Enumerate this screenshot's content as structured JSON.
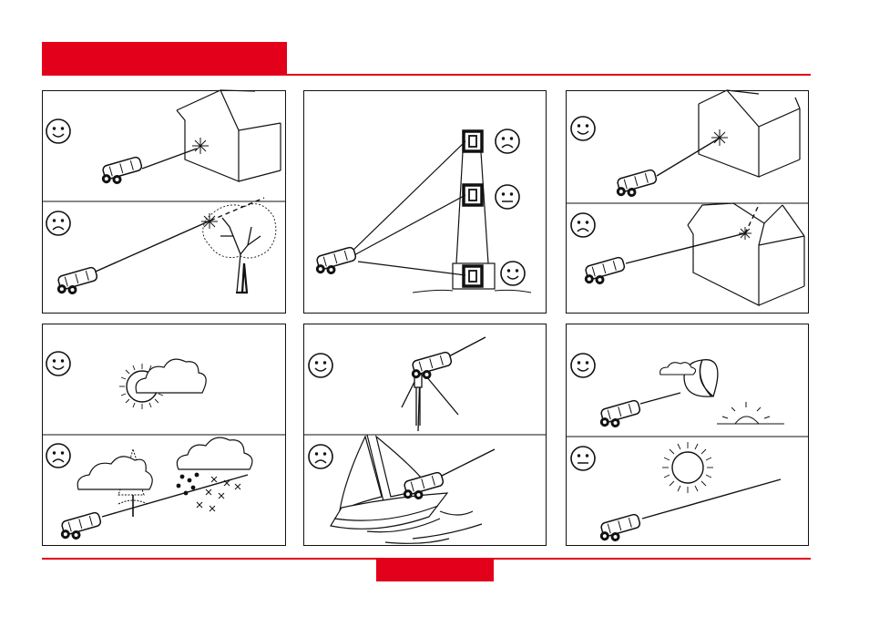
{
  "colors": {
    "accent": "#e2001a",
    "ink": "#111111"
  },
  "panels": [
    {
      "scene": "house-target",
      "rows": [
        {
          "face": "smile-icon"
        },
        {
          "face": "frown-icon"
        }
      ]
    },
    {
      "scene": "reflector-distance",
      "faces": [
        "frown-icon",
        "neutral-icon",
        "smile-icon"
      ]
    },
    {
      "scene": "house-corner",
      "rows": [
        {
          "face": "smile-icon"
        },
        {
          "face": "frown-icon"
        }
      ]
    },
    {
      "scene": "weather",
      "rows": [
        {
          "face": "smile-icon"
        },
        {
          "face": "frown-icon"
        }
      ]
    },
    {
      "scene": "stability",
      "rows": [
        {
          "face": "smile-icon"
        },
        {
          "face": "frown-icon"
        }
      ]
    },
    {
      "scene": "light",
      "rows": [
        {
          "face": "smile-icon"
        },
        {
          "face": "neutral-icon"
        }
      ]
    }
  ]
}
